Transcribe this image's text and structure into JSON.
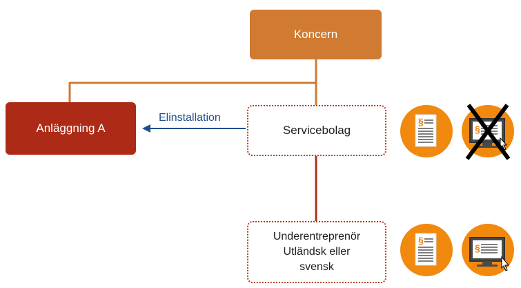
{
  "nodes": {
    "koncern": "Koncern",
    "anlaggning": "Anläggning A",
    "servicebolag": "Servicebolag",
    "underentreprenor": [
      "Underentreprenör",
      "Utländsk eller",
      "svensk"
    ]
  },
  "edge_label": "Elinstallation",
  "icons": {
    "row1": [
      "document-icon",
      "computer-icon-crossed-out"
    ],
    "row2": [
      "document-icon",
      "computer-icon"
    ]
  },
  "colors": {
    "koncern": "#d07a32",
    "anlaggning": "#ad2b16",
    "dotted_border": "#b83a1f",
    "orange_circle": "#f0890d",
    "arrow": "#1e4f8c"
  }
}
